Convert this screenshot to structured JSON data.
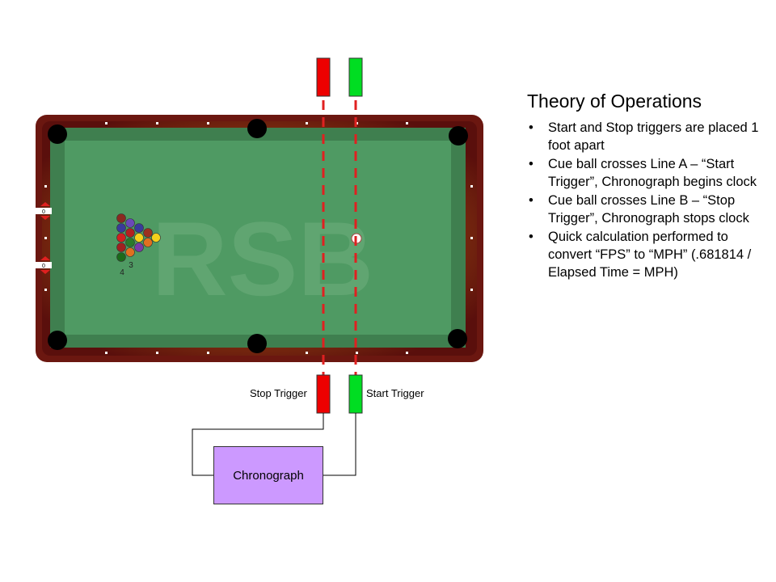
{
  "theory": {
    "title": "Theory of Operations",
    "bullets": [
      "Start and Stop triggers are placed 1 foot apart",
      "Cue ball crosses Line A – “Start Trigger”, Chronograph begins clock",
      "Cue ball crosses Line B – “Stop Trigger”, Chronograph stops clock",
      "Quick calculation performed to convert “FPS” to “MPH” (.681814 / Elapsed Time = MPH)"
    ]
  },
  "labels": {
    "stop_trigger": "Stop Trigger",
    "start_trigger": "Start Trigger",
    "chronograph": "Chronograph",
    "watermark": "RSB",
    "rack_label_4": "4",
    "rack_label_3": "3",
    "diamond_tag": "0"
  },
  "colors": {
    "felt": "#4f9a63",
    "rail": "#6b1710",
    "stop_trigger": "#ee0000",
    "start_trigger": "#00dd22",
    "laser_line": "#e02020",
    "chronograph": "#cc99ff"
  },
  "icons": {
    "bullet": "•"
  }
}
